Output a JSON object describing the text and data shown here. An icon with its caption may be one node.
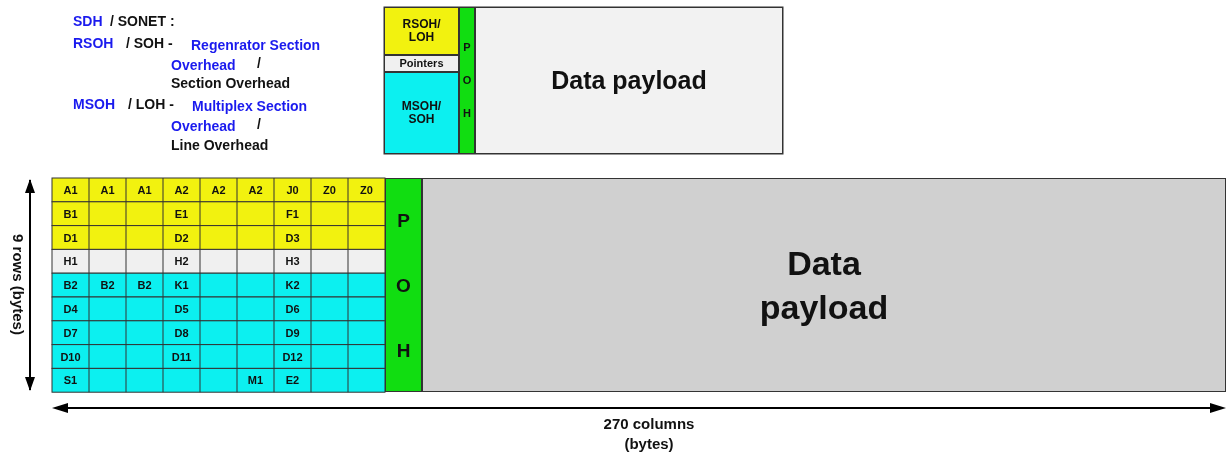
{
  "diagram": {
    "nodes": [
      {
        "text": [
          "RSOH/ LOH"
        ]
      },
      {
        "text": [
          "Pointers"
        ]
      },
      {
        "text": [
          "MSOH/ SOH"
        ]
      },
      {
        "text": [
          "POH"
        ]
      },
      {
        "text": [
          "Data payload"
        ]
      },
      {
        "text": [
          "POH"
        ]
      },
      {
        "text": [
          "Data payload"
        ]
      }
    ],
    "labels": [
      "SDH",
      "/ SONET :",
      "RSOH",
      "/ SOH -",
      "Regenrator Section Overhead",
      "/",
      "Section Overhead",
      "MSOH",
      "/ LOH -",
      "Multiplex Section Overhead",
      "/",
      "Line Overhead",
      "A1",
      "A1",
      "A1",
      "A2",
      "A2",
      "A2",
      "J0",
      "Z0",
      "Z0",
      "B1",
      "E1",
      "F1",
      "D1",
      "D2",
      "D3",
      "H1",
      "H2",
      "H3",
      "B2",
      "B2",
      "B2",
      "K1",
      "K2",
      "D4",
      "D5",
      "D6",
      "D7",
      "D8",
      "D9",
      "D10",
      "D11",
      "D12",
      "S1",
      "M1",
      "E2",
      "9 rows (bytes)",
      "270 columns (bytes)"
    ]
  }
}
